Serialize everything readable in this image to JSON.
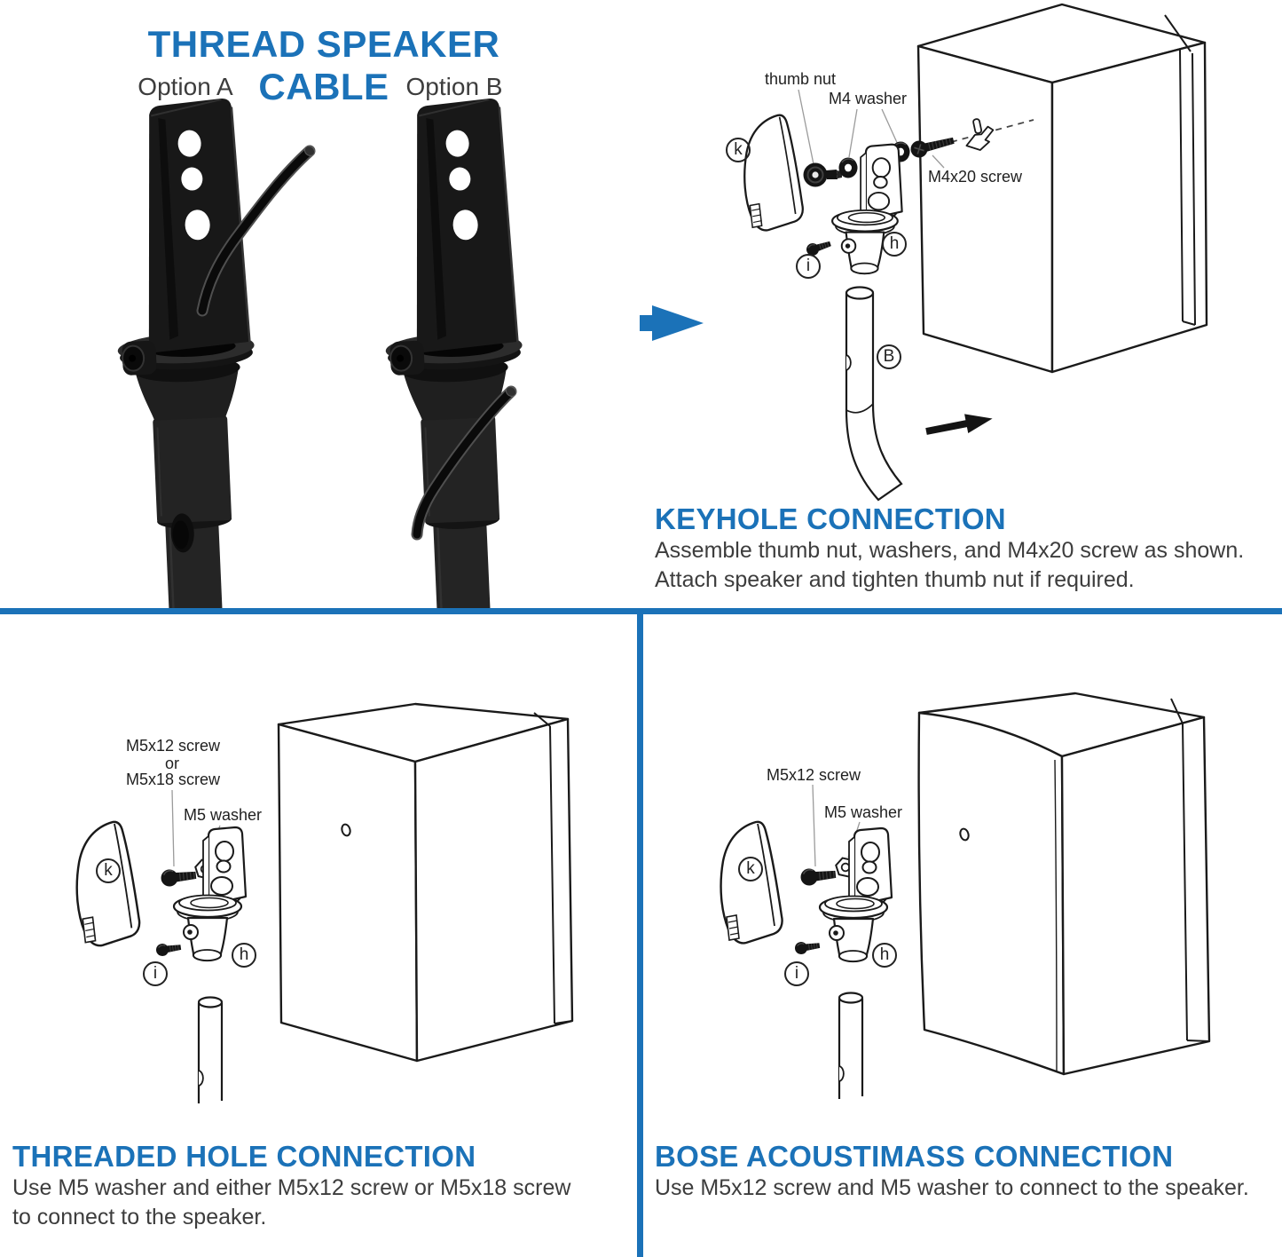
{
  "accent_color": "#1B72B8",
  "sections": {
    "thread_cable": {
      "title": "THREAD SPEAKER CABLE",
      "option_a": "Option A",
      "option_b": "Option B"
    },
    "keyhole": {
      "heading": "KEYHOLE CONNECTION",
      "body_line1": "Assemble thumb nut, washers, and M4x20 screw as shown.",
      "body_line2": "Attach speaker and tighten thumb nut if required.",
      "labels": {
        "thumb_nut": "thumb nut",
        "m4_washer": "M4 washer",
        "m4x20_screw": "M4x20 screw"
      },
      "callouts": {
        "k": "k",
        "i": "i",
        "h": "h",
        "b": "B"
      }
    },
    "threaded_hole": {
      "heading": "THREADED HOLE CONNECTION",
      "body_line1": "Use M5 washer and either M5x12 screw or M5x18 screw",
      "body_line2": "to connect to the speaker.",
      "labels": {
        "screw_a": "M5x12 screw",
        "or": "or",
        "screw_b": "M5x18 screw",
        "washer": "M5 washer"
      },
      "callouts": {
        "k": "k",
        "i": "i",
        "h": "h"
      }
    },
    "bose": {
      "heading": "BOSE ACOUSTIMASS CONNECTION",
      "body_line1": "Use M5x12 screw and M5 washer to connect to the speaker.",
      "labels": {
        "screw": "M5x12 screw",
        "washer": "M5 washer"
      },
      "callouts": {
        "k": "k",
        "i": "i",
        "h": "h"
      }
    }
  }
}
